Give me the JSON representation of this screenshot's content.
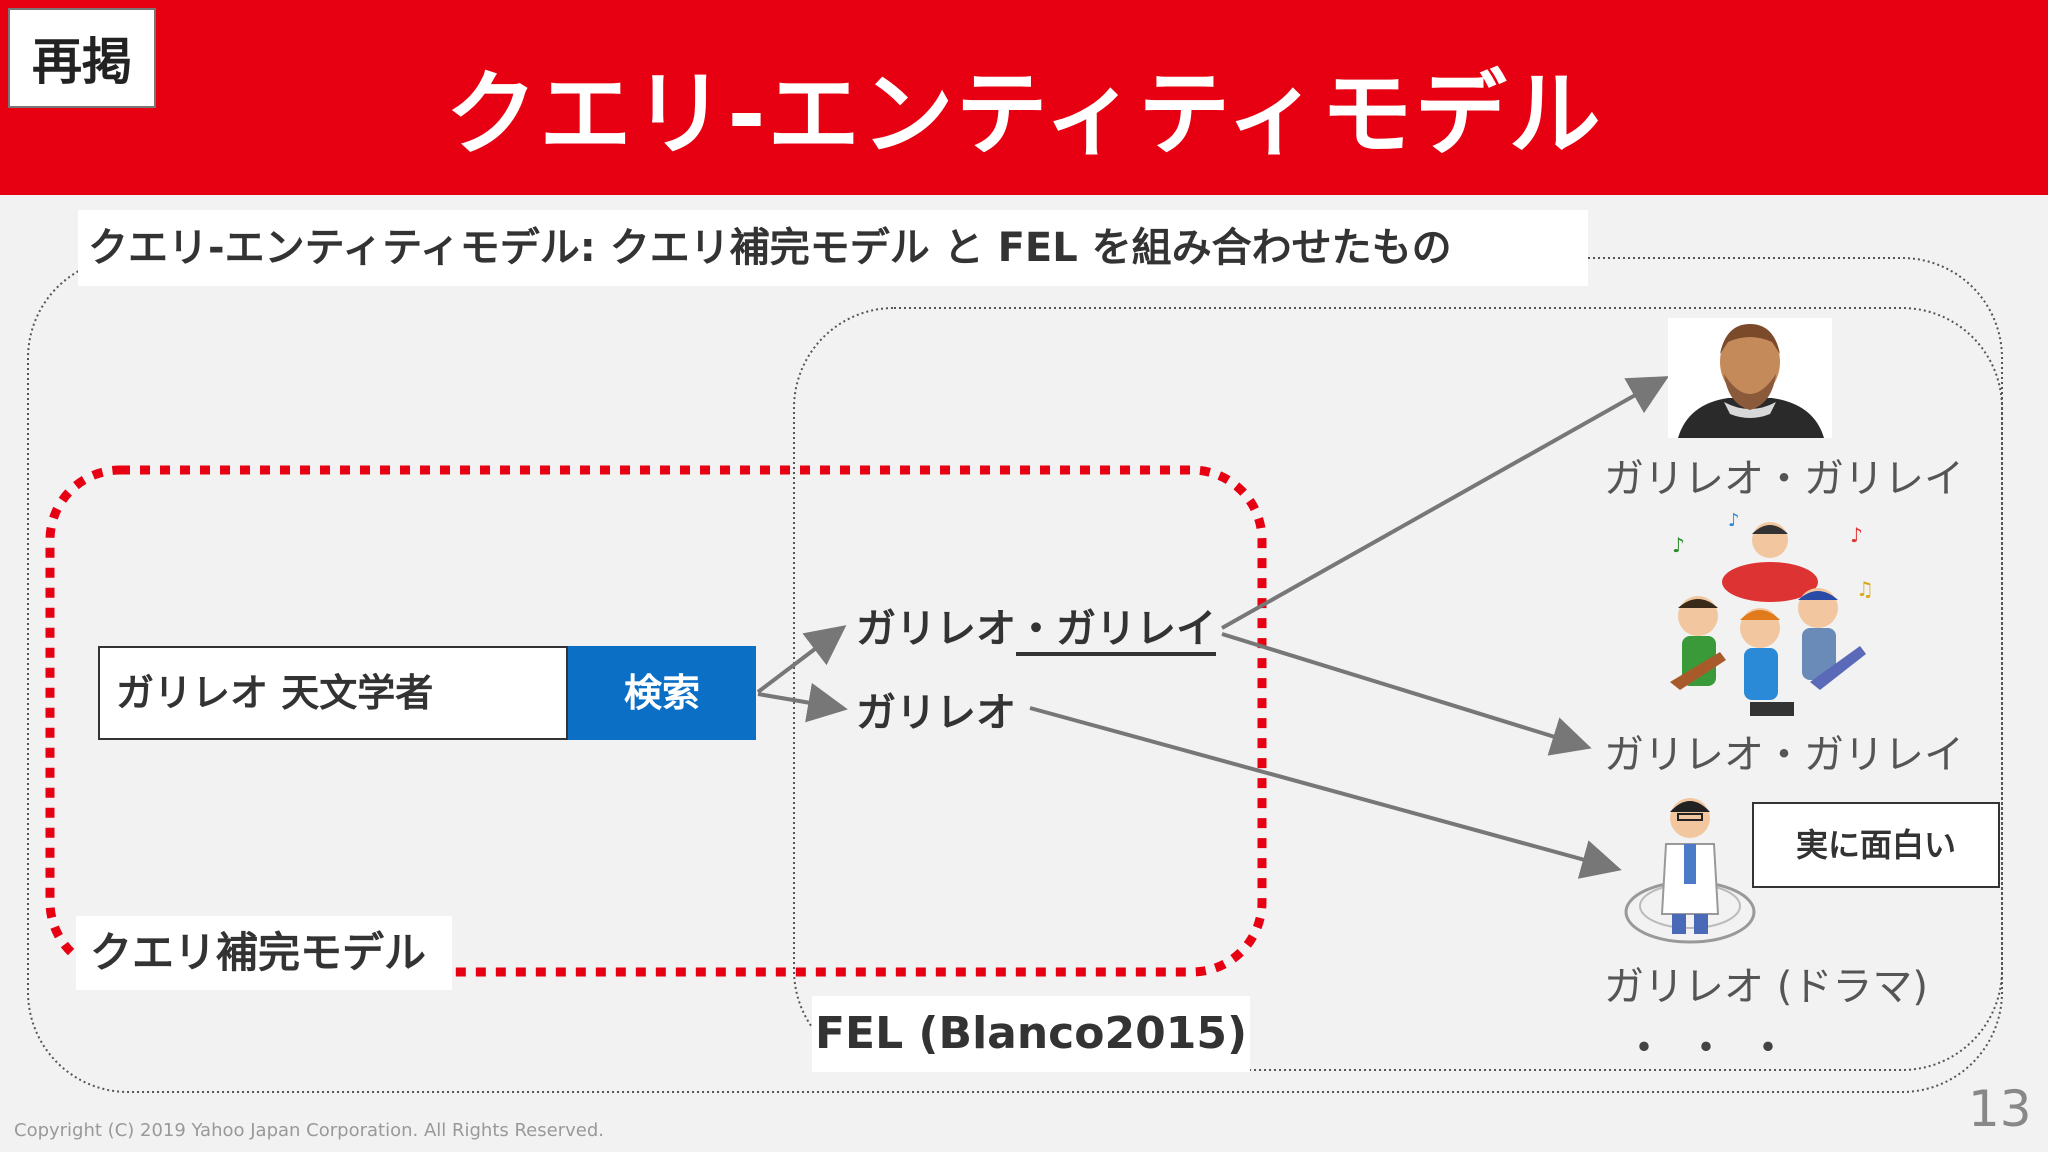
{
  "header": {
    "badge": "再掲",
    "title": "クエリ-エンティティモデル",
    "color": "#e60012"
  },
  "subtitle": "クエリ-エンティティモデル: クエリ補完モデル と FEL を組み合わせたもの",
  "search": {
    "query": "ガリレオ 天文学者",
    "button_label": "検索",
    "button_color": "#0b6fc5"
  },
  "candidates": {
    "first_part1": "ガリレオ",
    "first_part2": "・ガリレイ",
    "second": "ガリレオ"
  },
  "labels": {
    "query_completion_model": "クエリ補完モデル",
    "fel": "FEL (Blanco2015)"
  },
  "entities": [
    {
      "name": "ガリレオ・ガリレイ",
      "icon": "portrait-galileo-icon"
    },
    {
      "name": "ガリレオ・ガリレイ",
      "icon": "band-illustration-icon"
    },
    {
      "name": "ガリレオ (ドラマ)",
      "icon": "scientist-illustration-icon",
      "speech": "実に面白い"
    }
  ],
  "ellipsis": "・・・",
  "footer": {
    "copyright": "Copyright (C) 2019 Yahoo Japan Corporation. All Rights Reserved.",
    "page": "13"
  },
  "colors": {
    "dotted_red": "#e60012",
    "arrow": "#777777"
  }
}
